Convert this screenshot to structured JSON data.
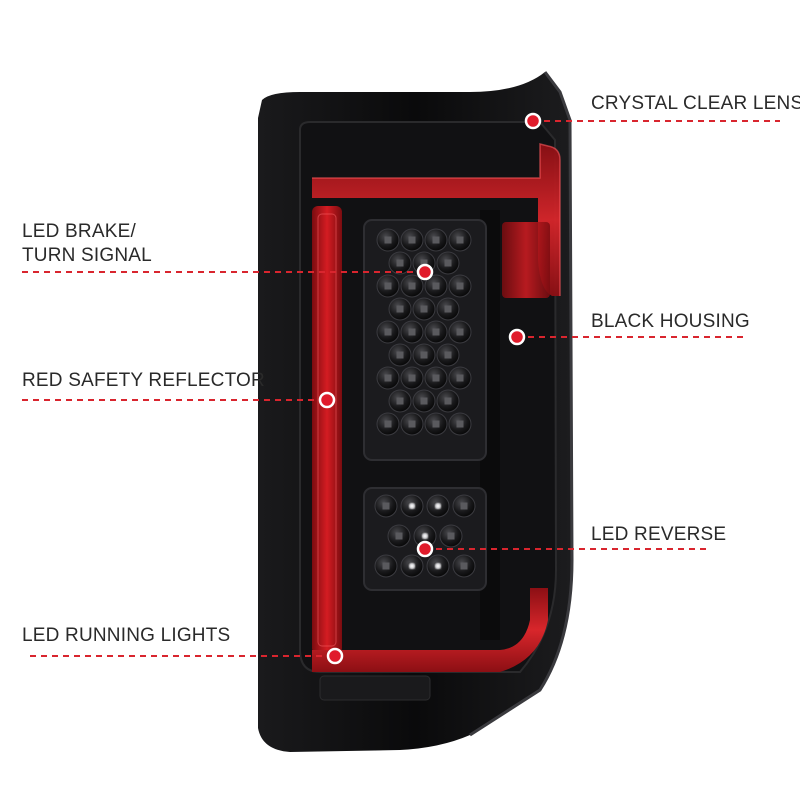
{
  "labels": {
    "crystal_clear_lens": "CRYSTAL CLEAR LENS",
    "led_brake_line1": "LED BRAKE/",
    "led_brake_line2": "TURN SIGNAL",
    "black_housing": "BLACK HOUSING",
    "red_safety_reflector": "RED SAFETY REFLECTOR",
    "led_reverse": "LED REVERSE",
    "led_running_lights": "LED RUNNING LIGHTS"
  },
  "colors": {
    "callout_line": "#d9252e",
    "callout_dot": "#e01b2b",
    "housing": "#0d0d0f",
    "red_lens": "#c0141b",
    "label_text": "#2a2a2a"
  }
}
